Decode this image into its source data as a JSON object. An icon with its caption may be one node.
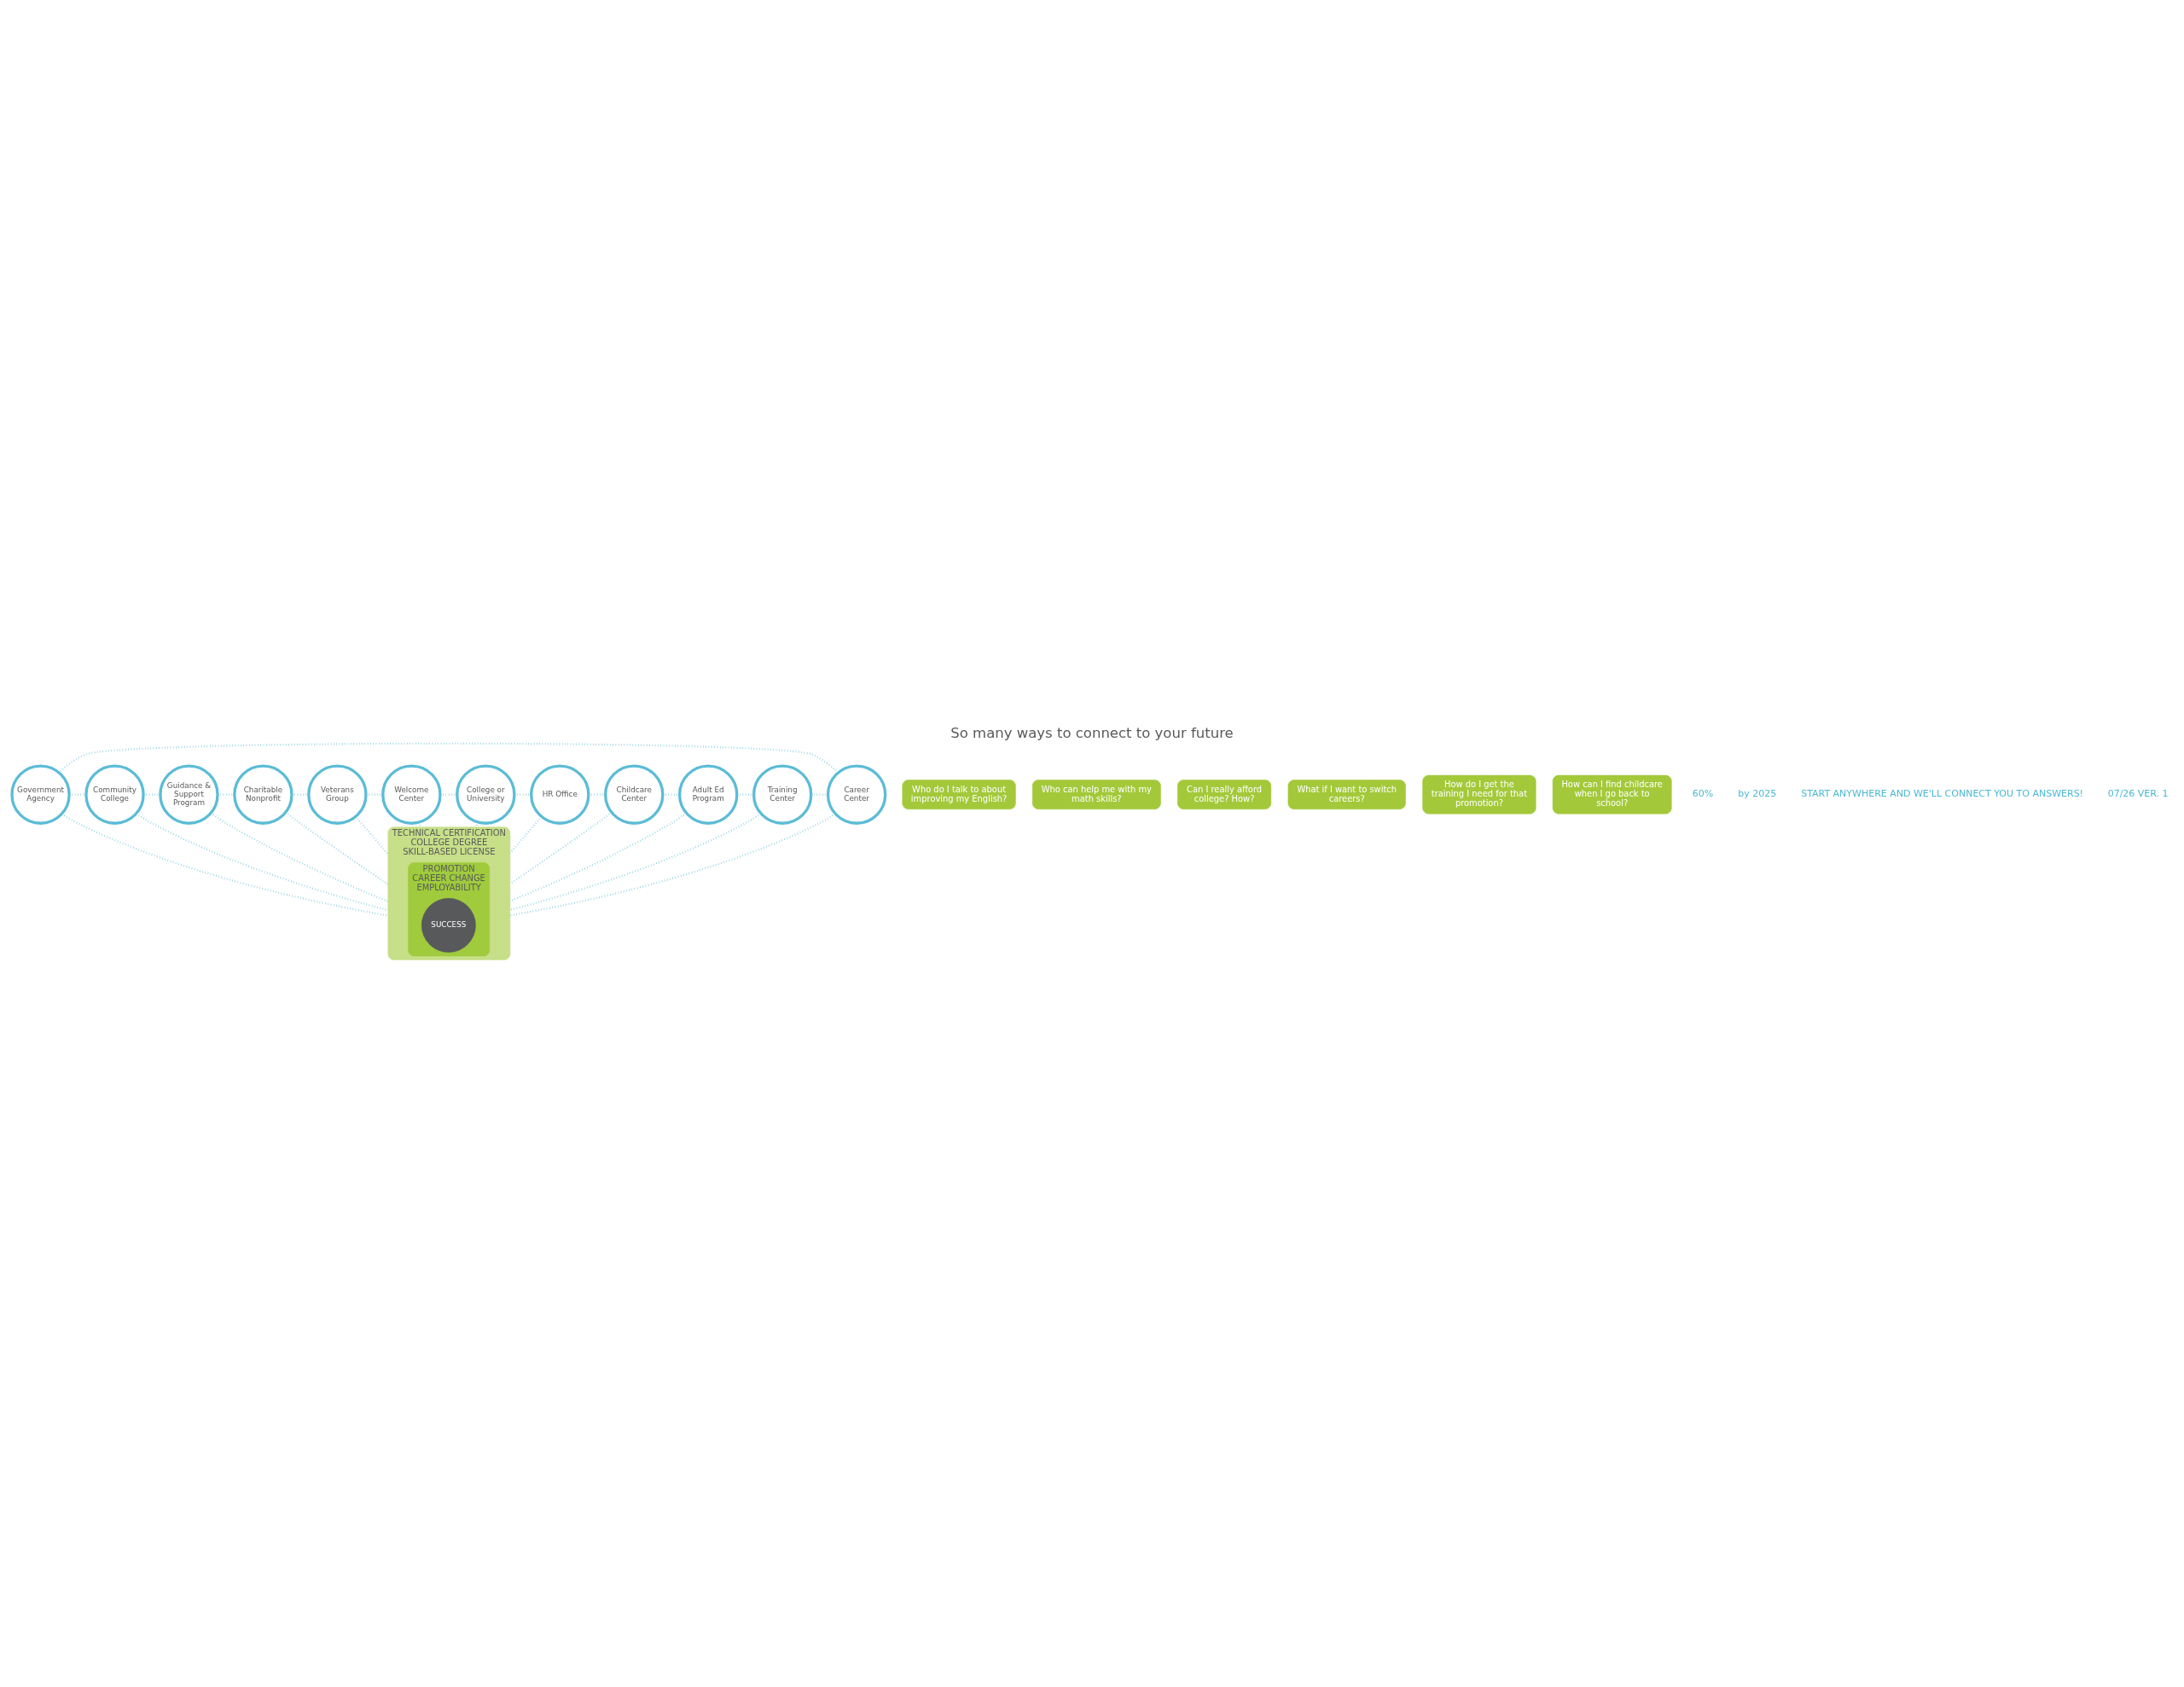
{
  "diagram": {
    "title": "So many ways to connect to your future",
    "nodes": [
      {
        "text": [
          "TECHNICAL CERTIFICATION",
          "COLLEGE DEGREE",
          "SKILL-BASED LICENSE"
        ]
      },
      {
        "text": [
          "PROMOTION",
          "CAREER CHANGE",
          "EMPLOYABILITY"
        ],
        "in": 0
      },
      {
        "text": [
          "SUCCESS"
        ],
        "in": 1
      },
      {
        "text": [
          "Government Agency"
        ]
      },
      {
        "text": [
          "Career Center"
        ]
      },
      {
        "text": [
          "Community College"
        ]
      },
      {
        "text": [
          "Training Center"
        ]
      },
      {
        "text": [
          "Guidance & Support Program"
        ]
      },
      {
        "text": [
          "Adult Ed Program"
        ]
      },
      {
        "text": [
          "Charitable Nonprofit"
        ]
      },
      {
        "text": [
          "Childcare Center"
        ]
      },
      {
        "text": [
          "Veterans Group"
        ]
      },
      {
        "text": [
          "HR Office"
        ]
      },
      {
        "text": [
          "Welcome Center"
        ]
      },
      {
        "text": [
          "College or University"
        ]
      },
      {
        "text": [
          "Who do I talk to about improving my English?"
        ]
      },
      {
        "text": [
          "Who can help me with my math skills?"
        ]
      },
      {
        "text": [
          "Can I really afford college? How?"
        ]
      },
      {
        "text": [
          "What if I want to switch careers?"
        ]
      },
      {
        "text": [
          "How do I get the training I need for that promotion?"
        ]
      },
      {
        "text": [
          "How can I find childcare when I go back to school?"
        ]
      }
    ],
    "edges": [
      {
        "from": 4,
        "to": 3,
        "arrow": "none"
      },
      {
        "from": 3,
        "to": 5,
        "arrow": "none"
      },
      {
        "from": 5,
        "to": 7,
        "arrow": "none"
      },
      {
        "from": 7,
        "to": 9,
        "arrow": "none"
      },
      {
        "from": 9,
        "to": 11,
        "arrow": "none"
      },
      {
        "from": 11,
        "to": 13,
        "arrow": "none"
      },
      {
        "from": 13,
        "to": 14,
        "arrow": "none"
      },
      {
        "from": 14,
        "to": 12,
        "arrow": "none"
      },
      {
        "from": 12,
        "to": 10,
        "arrow": "none"
      },
      {
        "from": 10,
        "to": 8,
        "arrow": "none"
      },
      {
        "from": 8,
        "to": 6,
        "arrow": "none"
      },
      {
        "from": 6,
        "to": 4,
        "arrow": "none"
      },
      {
        "from": 3,
        "to": 0,
        "arrow": "none"
      },
      {
        "from": 4,
        "to": 0,
        "arrow": "none"
      },
      {
        "from": 5,
        "to": 0,
        "arrow": "none"
      },
      {
        "from": 6,
        "to": 0,
        "arrow": "none"
      },
      {
        "from": 7,
        "to": 0,
        "arrow": "none"
      },
      {
        "from": 8,
        "to": 0,
        "arrow": "none"
      },
      {
        "from": 9,
        "to": 0,
        "arrow": "none"
      },
      {
        "from": 10,
        "to": 0,
        "arrow": "none"
      },
      {
        "from": 11,
        "to": 0,
        "arrow": "none"
      },
      {
        "from": 12,
        "to": 0,
        "arrow": "none"
      },
      {
        "from": 13,
        "to": 0,
        "arrow": "none"
      },
      {
        "from": 14,
        "to": 0,
        "arrow": "none"
      }
    ],
    "labels": [
      "60%",
      "by 2025",
      "START ANYWHERE AND WE'LL CONNECT YOU TO ANSWERS!",
      "07/26 VER. 1"
    ]
  }
}
